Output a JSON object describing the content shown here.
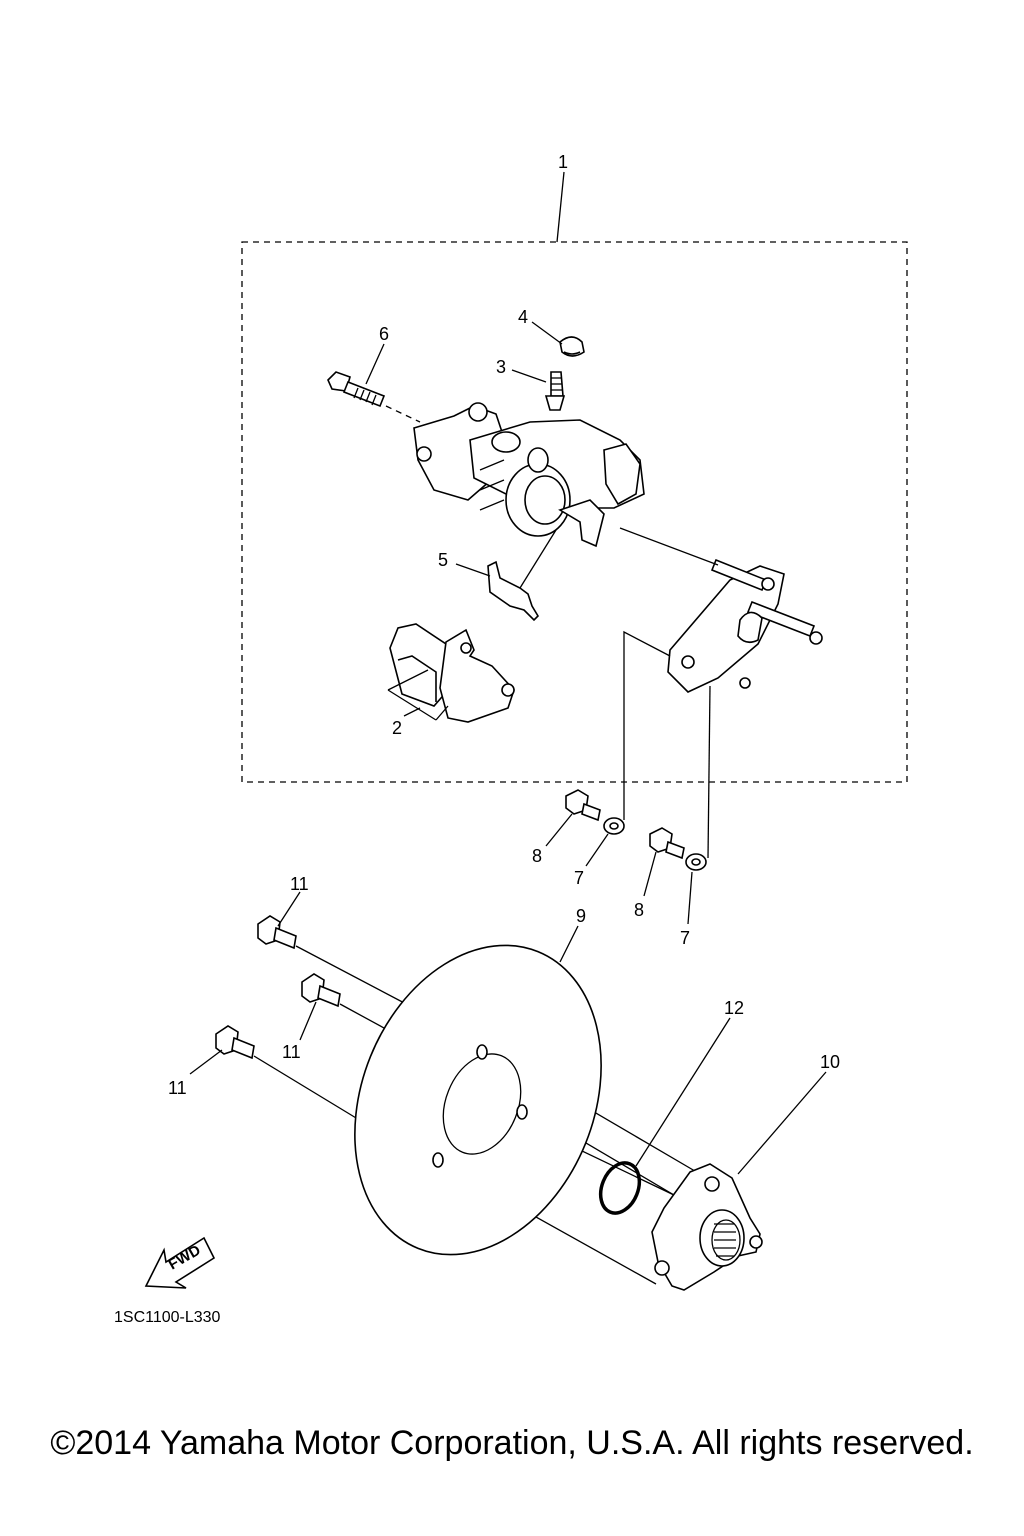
{
  "diagram": {
    "callouts": {
      "c1": "1",
      "c2": "2",
      "c3": "3",
      "c4": "4",
      "c5": "5",
      "c6": "6",
      "c7a": "7",
      "c7b": "7",
      "c8a": "8",
      "c8b": "8",
      "c9": "9",
      "c10": "10",
      "c11a": "11",
      "c11b": "11",
      "c11c": "11",
      "c12": "12"
    },
    "fwd_label": "FWD",
    "drawing_code": "1SC1100-L330"
  },
  "footer": {
    "copyright": "©2014 Yamaha Motor Corporation, U.S.A. All rights reserved."
  }
}
